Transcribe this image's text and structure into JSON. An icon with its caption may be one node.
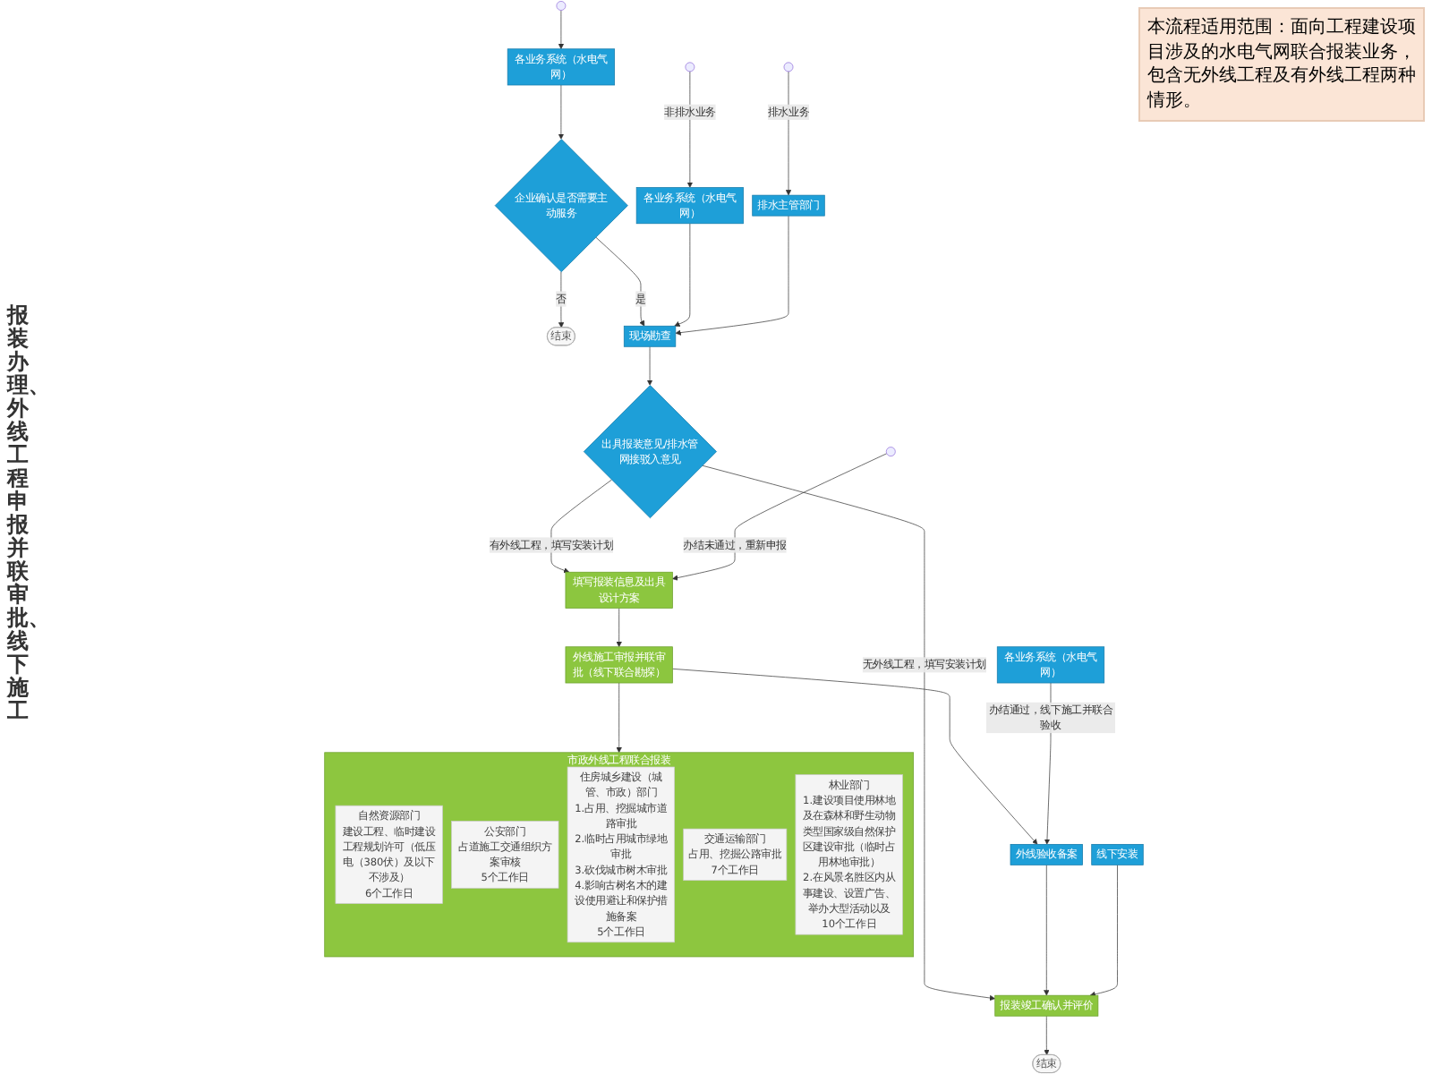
{
  "diagram": {
    "nodes": [
      {
        "text": [
          "各业务系统（水电气网）"
        ]
      },
      {
        "text": [
          "企业确认是否需要主动服务"
        ]
      },
      {
        "text": [
          "结束"
        ]
      },
      {
        "text": [
          "各业务系统（水电气网）"
        ]
      },
      {
        "text": [
          "排水主管部门"
        ]
      },
      {
        "text": [
          "现场勘查"
        ]
      },
      {
        "text": [
          "出具报装意见/排水管网接驳入意见"
        ]
      },
      {
        "text": [
          "填写报装信息及出具设计方案"
        ]
      },
      {
        "text": [
          "外线施工审报并联审批（线下联合勘探）"
        ]
      },
      {
        "text": [
          "外线验收备案"
        ]
      },
      {
        "text": [
          "报装竣工确认并评价"
        ]
      },
      {
        "text": [
          "结束"
        ]
      },
      {
        "text": [
          "线下安装"
        ]
      },
      {
        "text": [
          "市政外线工程联合报装"
        ]
      },
      {
        "text": [
          "自然资源部门",
          "建设工程、临时建设工程规划许可（低压电（380伏）及以下不涉及）",
          "6个工作日"
        ],
        "in": 13
      },
      {
        "text": [
          "公安部门",
          "占道施工交通组织方案审核",
          "5个工作日"
        ],
        "in": 13
      },
      {
        "text": [
          "住房城乡建设（城管、市政）部门",
          "1.占用、挖掘城市道路审批",
          "2.临时占用城市绿地审批",
          "3.砍伐城市树木审批",
          "4.影响古树名木的建设使用避让和保护措施备案",
          "5个工作日"
        ],
        "in": 13
      },
      {
        "text": [
          "交通运输部门",
          "占用、挖掘公路审批",
          "7个工作日"
        ],
        "in": 13
      },
      {
        "text": [
          "林业部门",
          "1.建设项目使用林地及在森林和野生动物类型国家级自然保护区建设审批（临时占用林地审批）",
          "2.在风景名胜区内从事建设、设置广告、举办大型活动以及",
          "10个工作日"
        ],
        "in": 13
      },
      {
        "text": [
          "各业务系统（水电气网）"
        ]
      }
    ],
    "edges": [
      {
        "from": null,
        "to": 0,
        "arrow": "to"
      },
      {
        "from": 0,
        "to": 1,
        "arrow": "to"
      },
      {
        "from": 1,
        "to": 2,
        "label": "否",
        "arrow": "to"
      },
      {
        "from": 1,
        "to": 5,
        "label": "是",
        "arrow": "to"
      },
      {
        "from": null,
        "to": 3,
        "label": "非排水业务",
        "arrow": "to"
      },
      {
        "from": null,
        "to": 4,
        "label": "排水业务",
        "arrow": "to"
      },
      {
        "from": 3,
        "to": 5,
        "arrow": "to"
      },
      {
        "from": 4,
        "to": 5,
        "arrow": "to"
      },
      {
        "from": 5,
        "to": 6,
        "arrow": "to"
      },
      {
        "from": 6,
        "to": 7,
        "label": "有外线工程，填写安装计划",
        "arrow": "to"
      },
      {
        "from": 6,
        "to": 10,
        "label": "无外线工程，填写安装计划",
        "arrow": "to"
      },
      {
        "from": 7,
        "to": 8,
        "arrow": "to"
      },
      {
        "from": 8,
        "to": 9,
        "arrow": "to"
      },
      {
        "from": 8,
        "to": 13,
        "arrow": "to"
      },
      {
        "from": 9,
        "to": 10,
        "arrow": "to"
      },
      {
        "from": 12,
        "to": 10,
        "arrow": "to"
      },
      {
        "from": 10,
        "to": 11,
        "arrow": "to"
      },
      {
        "from": 19,
        "to": 9,
        "label": "办结通过，线下施工并联合验收",
        "arrow": "to"
      },
      {
        "from": null,
        "to": 7,
        "label": "办结未通过，重新申报",
        "arrow": "to"
      }
    ],
    "labels": [
      "本流程适用范围：面向工程建设项目涉及的水电气网联合报装业务，包含无外线工程及有外线工程两种情形。",
      "报装办理、外线工程申报并联审批、线下施工"
    ]
  }
}
